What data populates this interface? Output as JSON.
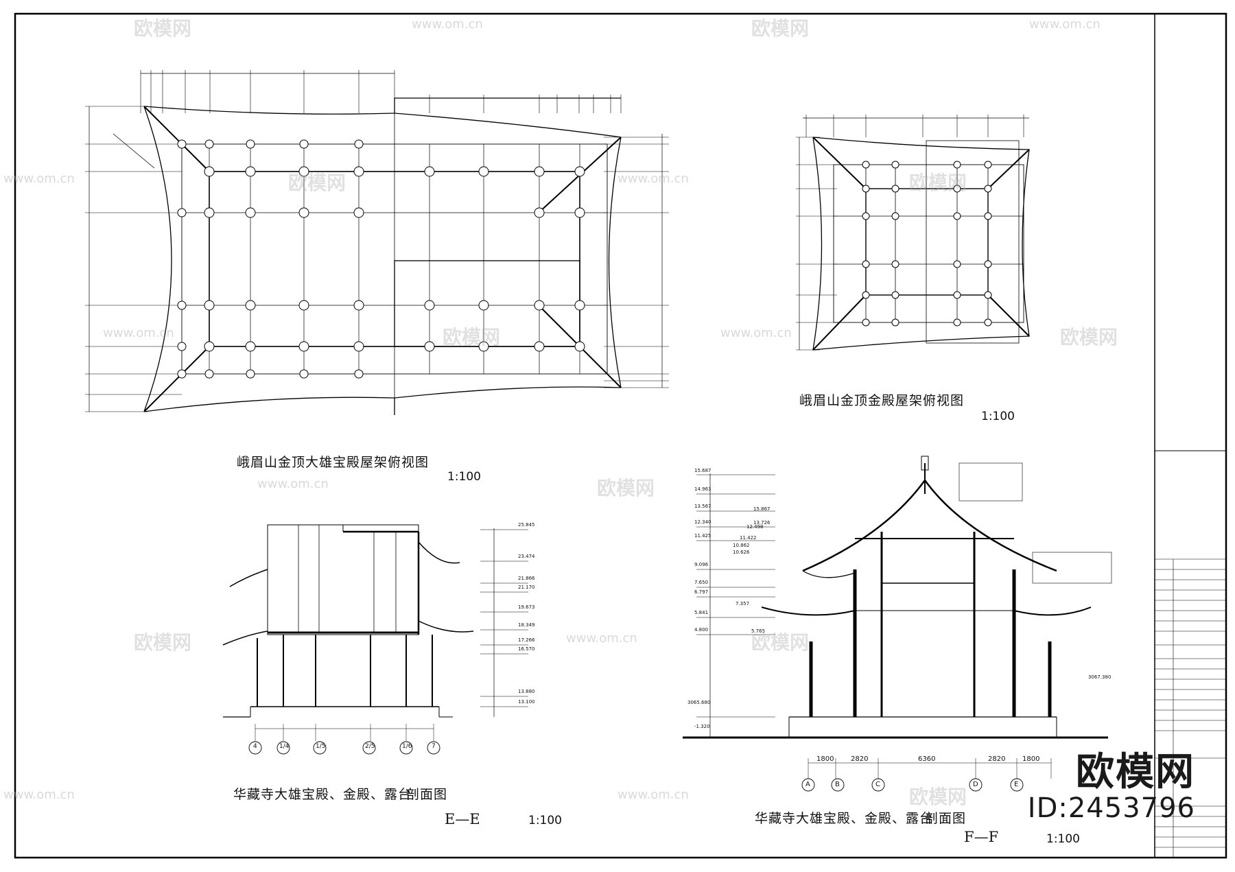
{
  "drawings": {
    "plan1": {
      "title": "峨眉山金顶大雄宝殿屋架俯视图",
      "scale": "1:100"
    },
    "plan2": {
      "title": "峨眉山金顶金殿屋架俯视图",
      "scale": "1:100"
    },
    "section_e": {
      "title": "华藏寺大雄宝殿、金殿、露台",
      "type_label": "剖面图",
      "section_mark": "E—E",
      "scale": "1:100",
      "axes": [
        "4",
        "1/4",
        "1/5",
        "2/5",
        "1/6",
        "7"
      ],
      "elevations": [
        "25.845",
        "23.474",
        "21.866",
        "21.170",
        "19.673",
        "18.349",
        "17.266",
        "16.570",
        "13.880",
        "13.100"
      ]
    },
    "section_f": {
      "title": "华藏寺大雄宝殿、金殿、露台",
      "type_label": "剖面图",
      "section_mark": "F—F",
      "scale": "1:100",
      "axes": [
        "A",
        "B",
        "C",
        "D",
        "E"
      ],
      "dims": [
        "1800",
        "2820",
        "6360",
        "2820",
        "1800"
      ],
      "elevations": [
        "15.687",
        "14.963",
        "13.567",
        "12.340",
        "11.425",
        "9.096",
        "7.650",
        "6.797",
        "5.841",
        "4.800",
        "3065.680",
        "-1.320"
      ],
      "inner_elevations": [
        "15.867",
        "13.726",
        "12.498",
        "11.422",
        "10.862",
        "10.626",
        "7.357",
        "5.765",
        "3067.380"
      ]
    }
  },
  "brand": {
    "name": "欧模网",
    "id_label": "ID:2453796"
  },
  "watermark": {
    "text": "欧模网",
    "url": "www.om.cn"
  }
}
